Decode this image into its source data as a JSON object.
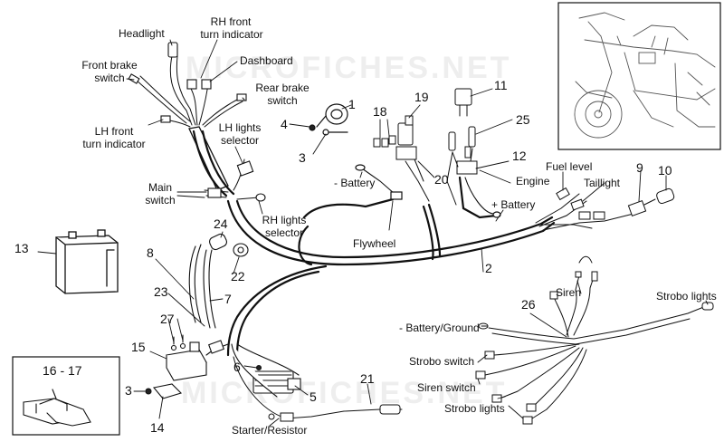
{
  "watermark": "MICROFICHES.NET",
  "labels": {
    "headlight": "Headlight",
    "rh_front_turn_1": "RH front",
    "rh_front_turn_2": "turn indicator",
    "dashboard": "Dashboard",
    "front_brake_1": "Front brake",
    "front_brake_2": "switch",
    "rear_brake_1": "Rear brake",
    "rear_brake_2": "switch",
    "lh_front_turn_1": "LH front",
    "lh_front_turn_2": "turn indicator",
    "lh_lights_1": "LH lights",
    "lh_lights_2": "selector",
    "main_switch_1": "Main",
    "main_switch_2": "switch",
    "rh_lights_1": "RH lights",
    "rh_lights_2": "selector",
    "minus_battery": "- Battery",
    "flywheel": "Flywheel",
    "engine": "Engine",
    "plus_battery": "+ Battery",
    "fuel_level": "Fuel level",
    "taillight": "Taillight",
    "siren": "Siren",
    "strobo_lights_right": "Strobo lights",
    "battery_ground": "- Battery/Ground",
    "strobo_switch": "Strobo switch",
    "siren_switch": "Siren switch",
    "strobo_lights_bottom": "Strobo lights",
    "starter_resistor": "Starter/Resistor"
  },
  "callouts": {
    "n1": "1",
    "n2": "2",
    "n3a": "3",
    "n3b": "3",
    "n4": "4",
    "n5": "5",
    "n6": "6",
    "n7": "7",
    "n8": "8",
    "n9": "9",
    "n10": "10",
    "n11": "11",
    "n12": "12",
    "n13": "13",
    "n14": "14",
    "n15": "15",
    "n1617": "16 - 17",
    "n18": "18",
    "n19": "19",
    "n20": "20",
    "n21": "21",
    "n22": "22",
    "n23": "23",
    "n24": "24",
    "n25": "25",
    "n26": "26",
    "n27": "27"
  }
}
